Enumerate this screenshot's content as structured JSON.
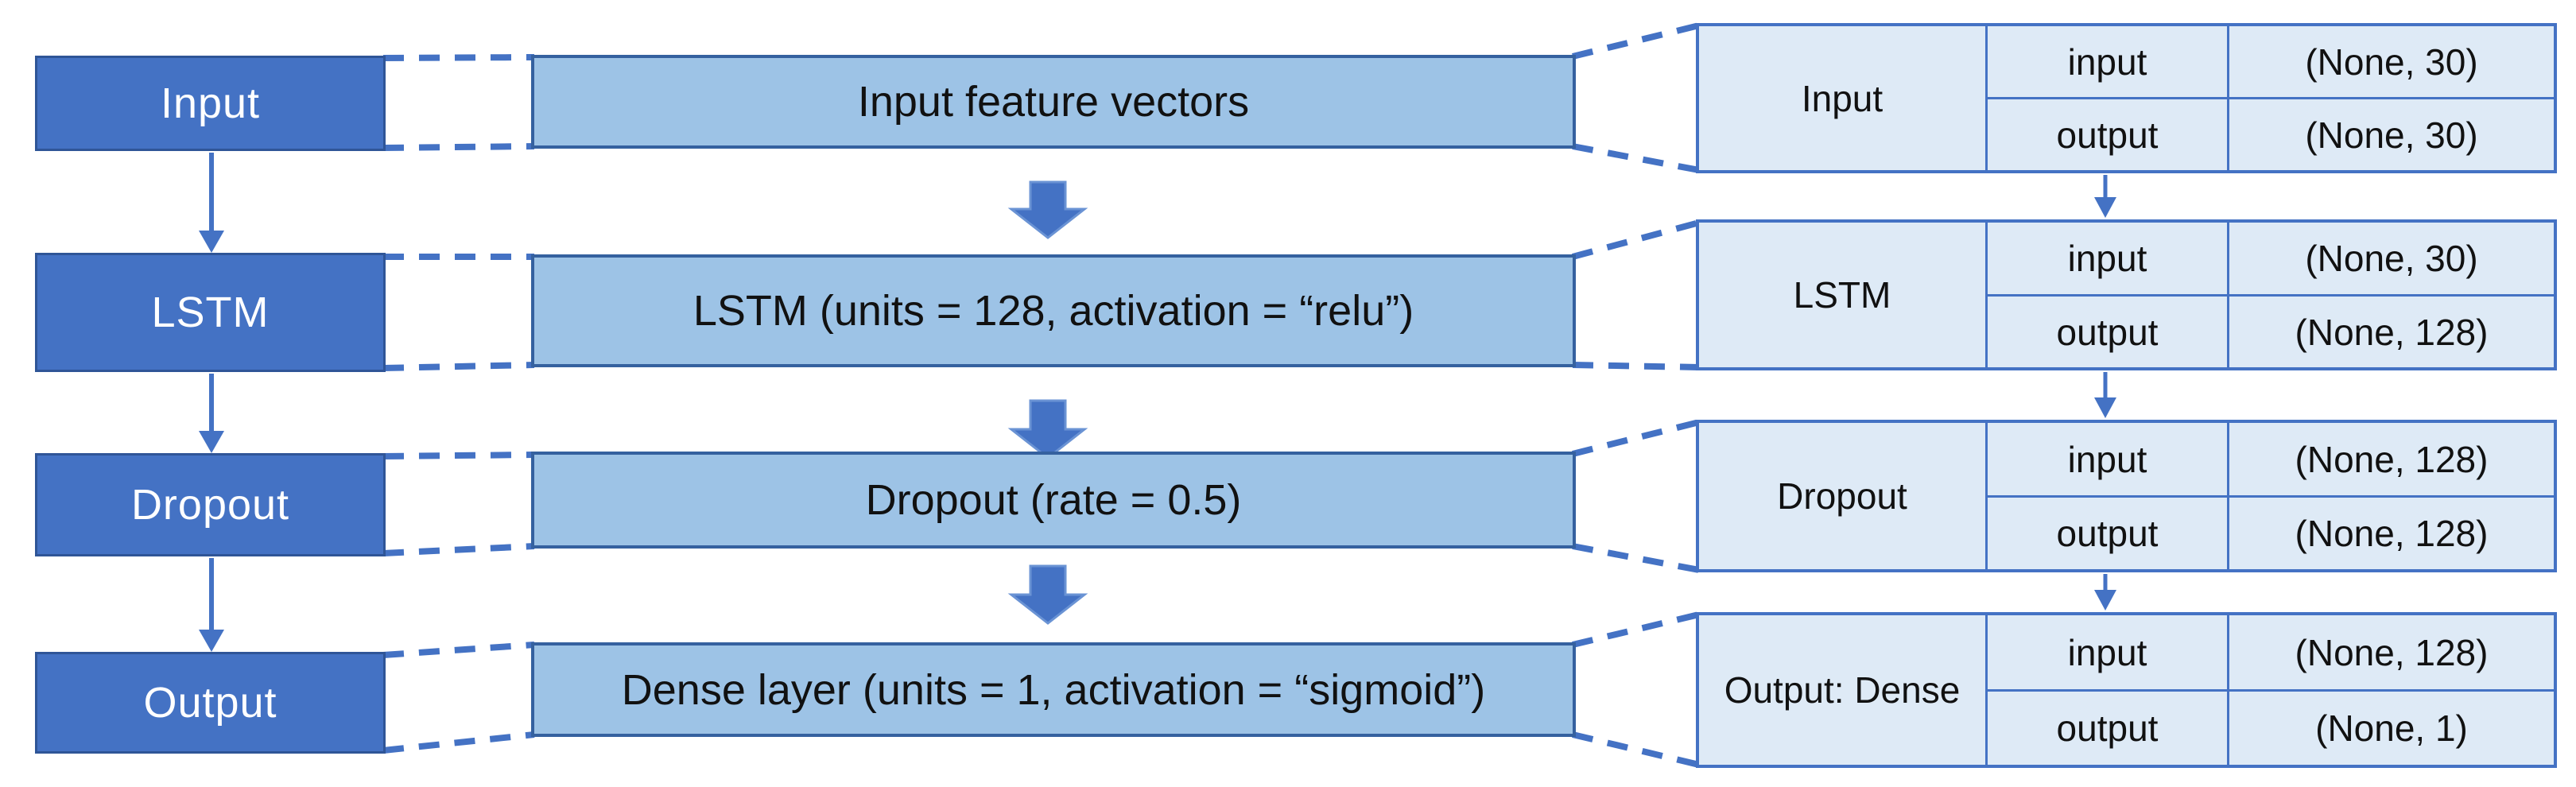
{
  "diagram": {
    "rows": [
      {
        "stage": "Input",
        "description": "Input feature vectors",
        "table": {
          "layer": "Input",
          "rows": [
            {
              "label": "input",
              "shape": "(None, 30)"
            },
            {
              "label": "output",
              "shape": "(None, 30)"
            }
          ]
        }
      },
      {
        "stage": "LSTM",
        "description": "LSTM (units = 128, activation = “relu”)",
        "table": {
          "layer": "LSTM",
          "rows": [
            {
              "label": "input",
              "shape": "(None, 30)"
            },
            {
              "label": "output",
              "shape": "(None, 128)"
            }
          ]
        }
      },
      {
        "stage": "Dropout",
        "description": "Dropout (rate = 0.5)",
        "table": {
          "layer": "Dropout",
          "rows": [
            {
              "label": "input",
              "shape": "(None, 128)"
            },
            {
              "label": "output",
              "shape": "(None, 128)"
            }
          ]
        }
      },
      {
        "stage": "Output",
        "description": "Dense layer (units = 1, activation = “sigmoid”)",
        "table": {
          "layer": "Output: Dense",
          "rows": [
            {
              "label": "input",
              "shape": "(None, 128)"
            },
            {
              "label": "output",
              "shape": "(None, 1)"
            }
          ]
        }
      }
    ],
    "colors": {
      "stage_box_fill": "#4472C4",
      "stage_box_border": "#2F5597",
      "description_box_fill": "#9DC3E6",
      "description_box_border": "#35619F",
      "table_fill": "#DEEAF6",
      "table_border": "#4472C4",
      "connector": "#4472C4",
      "text_on_dark": "#FFFFFF",
      "text_on_light": "#111111"
    }
  }
}
